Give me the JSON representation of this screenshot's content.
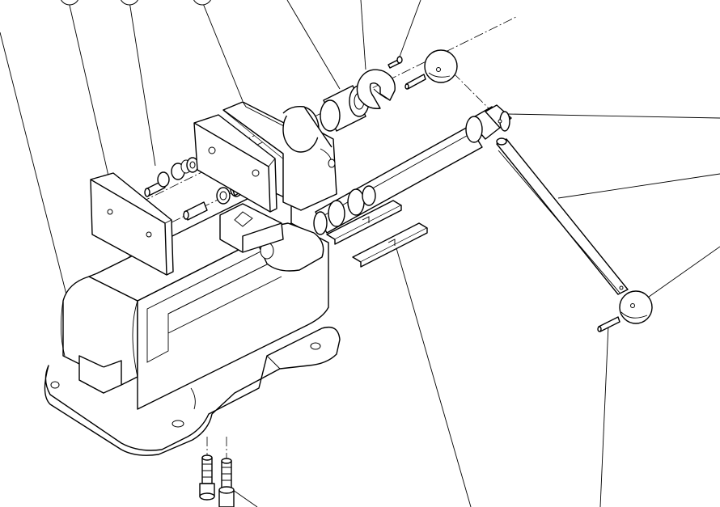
{
  "drawing": {
    "style": "exploded-isometric-line-drawing",
    "line_color": "#000000",
    "background": "#ffffff"
  },
  "parts": [
    {
      "id": "vise-body"
    },
    {
      "id": "jaw-plate-left"
    },
    {
      "id": "jaw-screw-left"
    },
    {
      "id": "jaw-plate-right"
    },
    {
      "id": "jaw-screw-right"
    },
    {
      "id": "movable-jaw"
    },
    {
      "id": "bushing-sleeve"
    },
    {
      "id": "retaining-washer"
    },
    {
      "id": "small-screw"
    },
    {
      "id": "spring-pin"
    },
    {
      "id": "ball-knob-top"
    },
    {
      "id": "lead-screw"
    },
    {
      "id": "handle-bar"
    },
    {
      "id": "ball-knob-bottom"
    },
    {
      "id": "handle-pin"
    },
    {
      "id": "gib-strips"
    },
    {
      "id": "mounting-bolts"
    }
  ]
}
